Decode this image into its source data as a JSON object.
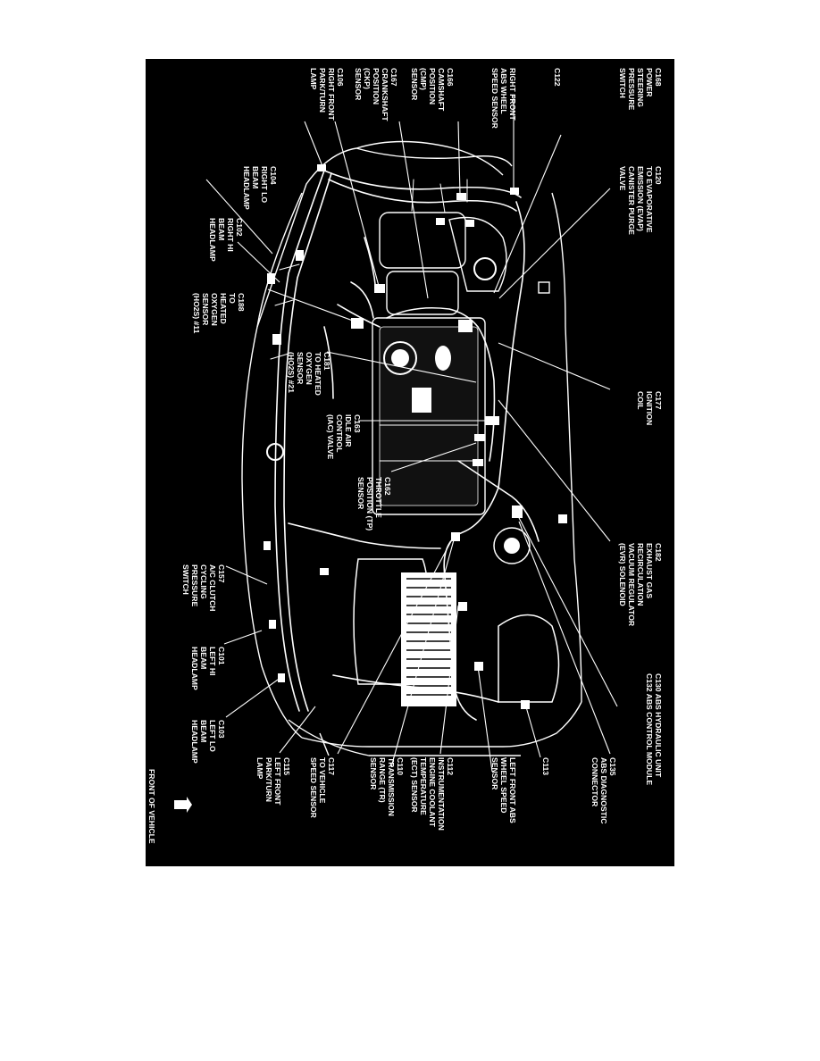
{
  "labels": [
    {
      "id": "c168",
      "lines": [
        "C168",
        "POWER",
        "STEERING",
        "PRESSURE",
        "SWITCH"
      ]
    },
    {
      "id": "c122",
      "lines": [
        "C122"
      ]
    },
    {
      "id": "rf-abs",
      "lines": [
        "RIGHT FRONT",
        "ABS WHEEL",
        "SPEED SENSOR"
      ]
    },
    {
      "id": "c166",
      "lines": [
        "C166",
        "CAMSHAFT",
        "POSITION",
        "(CMP)",
        "SENSOR"
      ]
    },
    {
      "id": "c167",
      "lines": [
        "C167",
        "CRANKSHAFT",
        "POSITION",
        "(CKP)",
        "SENSOR"
      ]
    },
    {
      "id": "c106",
      "lines": [
        "C106",
        "RIGHT FRONT",
        "PARK/TURN",
        "LAMP"
      ]
    },
    {
      "id": "c120",
      "lines": [
        "C120",
        "TO EVAPORATIVE",
        "EMISSION (EVAP)",
        "CANISTER PURGE",
        "VALVE"
      ]
    },
    {
      "id": "c104",
      "lines": [
        "C104",
        "RIGHT LO",
        "BEAM",
        "HEADLAMP"
      ]
    },
    {
      "id": "c102",
      "lines": [
        "C102",
        "RIGHT HI",
        "BEAM",
        "HEADLAMP"
      ]
    },
    {
      "id": "c188",
      "lines": [
        "C188",
        "TO",
        "HEATED",
        "OXYGEN",
        "SENSOR",
        "(HO2S) #11"
      ]
    },
    {
      "id": "c177",
      "lines": [
        "C177",
        "IGNITION",
        "COIL"
      ]
    },
    {
      "id": "c181",
      "lines": [
        "C181",
        "TO HEATED",
        "OXYGEN",
        "SENSOR",
        "(HO2S) #21"
      ]
    },
    {
      "id": "c163",
      "lines": [
        "C163",
        "IDLE AIR",
        "CONTROL",
        "(IAC) VALVE"
      ]
    },
    {
      "id": "c162",
      "lines": [
        "C162",
        "THROTTLE",
        "POSITION (TP)",
        "SENSOR"
      ]
    },
    {
      "id": "c182",
      "lines": [
        "C182",
        "EXHAUST GAS",
        "RECIRCULATION",
        "VACUUM REGULATOR",
        "(EVR) SOLENOID"
      ]
    },
    {
      "id": "c157",
      "lines": [
        "C157",
        "A/C CLUTCH",
        "CYCLING",
        "PRESSURE",
        "SWITCH"
      ]
    },
    {
      "id": "c101",
      "lines": [
        "C101",
        "LEFT HI",
        "BEAM",
        "HEADLAMP"
      ]
    },
    {
      "id": "c130",
      "lines": [
        "C130 ABS HYDRAULIC UNIT",
        "C132 ABS CONTROL MODULE"
      ]
    },
    {
      "id": "c103",
      "lines": [
        "C103",
        "LEFT LO",
        "BEAM",
        "HEADLAMP"
      ]
    },
    {
      "id": "c135",
      "lines": [
        "C135",
        "ABS DIAGNOSTIC",
        "CONNECTOR"
      ]
    },
    {
      "id": "c113",
      "lines": [
        "C113"
      ]
    },
    {
      "id": "lf-abs",
      "lines": [
        "LEFT FRONT ABS",
        "WHEEL SPEED",
        "SENSOR"
      ]
    },
    {
      "id": "c112",
      "lines": [
        "C112",
        "INSTRUMENTATION",
        "ENGINE COOLANT",
        "TEMPERATURE",
        "(ECT) SENSOR"
      ]
    },
    {
      "id": "c110",
      "lines": [
        "C110",
        "TRANSMISSION",
        "RANGE (TR)",
        "SENSOR"
      ]
    },
    {
      "id": "c117",
      "lines": [
        "C117",
        "TO VEHICLE",
        "SPEED SENSOR"
      ]
    },
    {
      "id": "c115",
      "lines": [
        "C115",
        "LEFT FRONT",
        "PARK/TURN",
        "LAMP"
      ]
    }
  ],
  "orientation": {
    "label": "FRONT OF VEHICLE",
    "icon": "vehicle-arrow-icon"
  }
}
